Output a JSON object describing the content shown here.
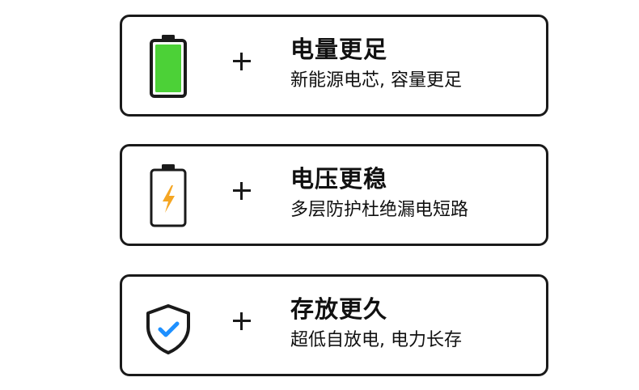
{
  "cards": [
    {
      "icon": "battery-full-green-icon",
      "title": "电量更足",
      "subtitle": "新能源电芯, 容量更足"
    },
    {
      "icon": "battery-lightning-icon",
      "title": "电压更稳",
      "subtitle": "多层防护杜绝漏电短路"
    },
    {
      "icon": "shield-check-icon",
      "title": "存放更久",
      "subtitle": "超低自放电, 电力长存"
    }
  ],
  "colors": {
    "border": "#1a1a1a",
    "battery_fill": "#4cd137",
    "lightning": "#f5a623",
    "check": "#1e90ff"
  }
}
